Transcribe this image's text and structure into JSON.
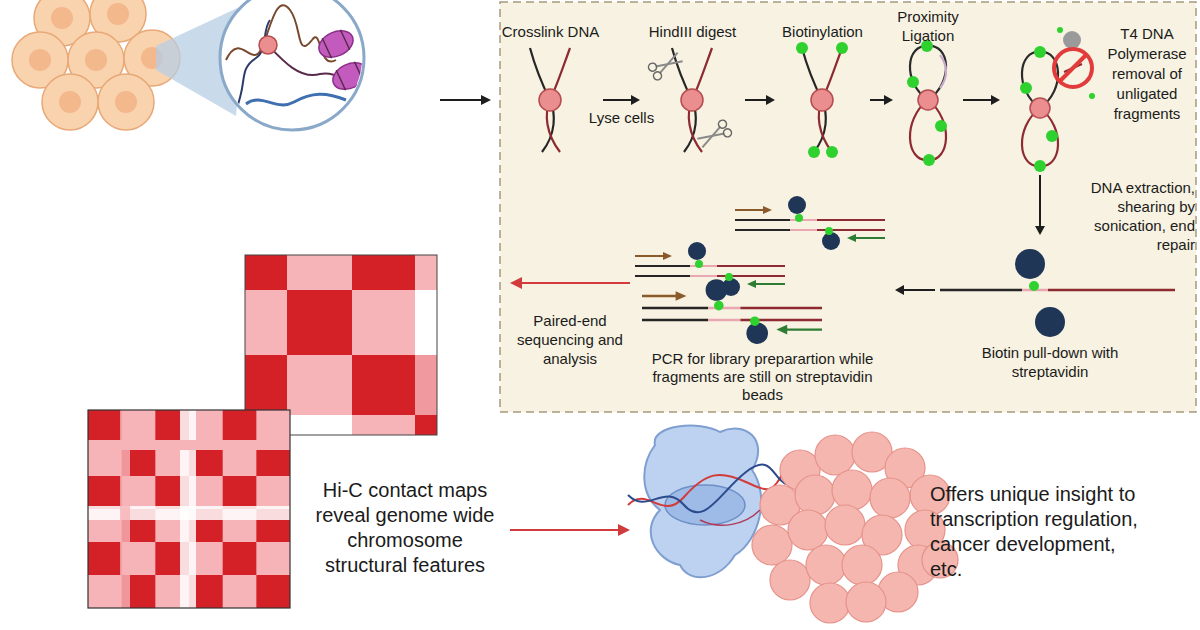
{
  "diagram": {
    "nodes": [
      {
        "text": [
          "Crosslink DNA"
        ]
      },
      {
        "text": [
          "HindIII digest"
        ]
      },
      {
        "text": [
          "Biotinylation"
        ]
      },
      {
        "text": [
          "Proximity Ligation"
        ]
      },
      {
        "text": [
          "T4 DNA Polymerase removal of unligated fragments"
        ]
      },
      {
        "text": [
          "Biotin pull-down with streptavidin"
        ]
      },
      {
        "text": [
          "PCR for library preparartion while fragments are still on streptavidin beads"
        ]
      },
      {
        "text": [
          "Hi-C contact maps reveal genome wide chromosome structural features"
        ]
      },
      {
        "text": [
          "Offers unique insight to transcription regulation, cancer development, etc."
        ]
      }
    ],
    "edges": [
      {
        "from": 0,
        "to": 1,
        "arrow": "to",
        "label": "Lyse cells"
      },
      {
        "from": 1,
        "to": 2,
        "arrow": "to"
      },
      {
        "from": 2,
        "to": 3,
        "arrow": "to"
      },
      {
        "from": 3,
        "to": 4,
        "arrow": "to"
      },
      {
        "from": 4,
        "to": 5,
        "arrow": "to",
        "label": "DNA extraction, shearing by sonication, end repair"
      },
      {
        "from": 5,
        "to": 6,
        "arrow": "to"
      },
      {
        "from": 6,
        "to": 7,
        "arrow": "to",
        "label": "Paired-end sequencing and analysis"
      },
      {
        "from": 7,
        "to": 8,
        "arrow": "to"
      }
    ]
  }
}
